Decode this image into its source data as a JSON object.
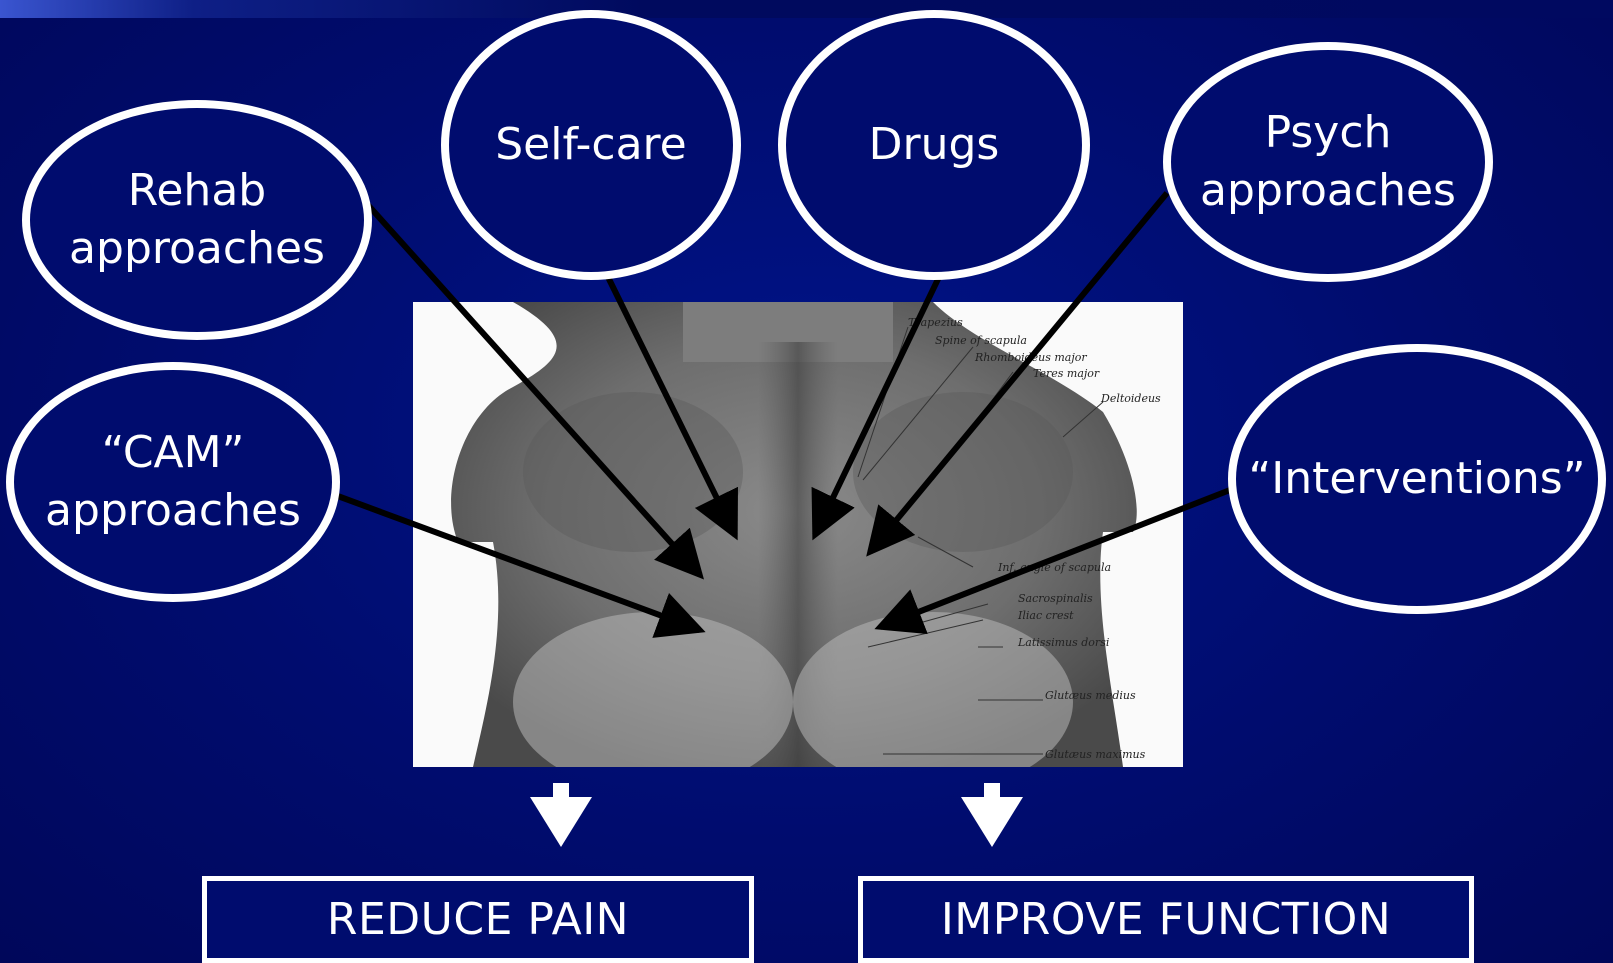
{
  "approaches": {
    "self_care": "Self-care",
    "drugs": "Drugs",
    "rehab": "Rehab\napproaches",
    "psych": "Psych\napproaches",
    "cam": "“CAM”\napproaches",
    "interventions": "“Interventions”"
  },
  "anatomy_labels": {
    "trapezius": "Trapezius",
    "spine_of_scapula": "Spine of scapula",
    "rhomboideus_major": "Rhomboideus major",
    "teres_major": "Teres major",
    "deltoideus": "Deltoideus",
    "inf_angle_scapula": "Inf. angle of scapula",
    "sacrospinalis": "Sacrospinalis",
    "iliac_crest": "Iliac crest",
    "latissimus_dorsi": "Latissimus dorsi",
    "glutaeus_medius": "Glutæus medius",
    "glutaeus_maximus": "Glutæus maximus"
  },
  "outcomes": {
    "reduce_pain": "REDUCE PAIN",
    "improve_function": "IMPROVE FUNCTION"
  },
  "colors": {
    "background": "#000c6e",
    "bubble_border": "#ffffff",
    "arrow": "#000000",
    "text": "#ffffff"
  }
}
